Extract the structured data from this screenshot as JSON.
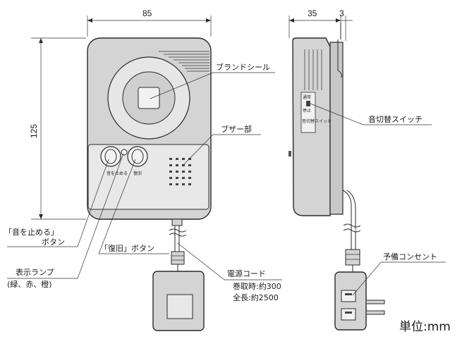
{
  "dimensions": {
    "width": "85",
    "height": "125",
    "depth": "35",
    "clip": "3"
  },
  "callouts": {
    "brand_seal": "ブランドシール",
    "buzzer": "ブザー部",
    "sound_switch": "音切替スイッチ",
    "stop_button_line1": "「音を止める」",
    "stop_button_line2": "ボタン",
    "reset_button": "「復旧」ボタン",
    "lamp_line1": "表示ランプ",
    "lamp_line2": "(緑、赤、橙)",
    "cord_title": "電源コード",
    "cord_reel": "巻取時:約300",
    "cord_total": "全長:約2500",
    "spare_outlet": "予備コンセント"
  },
  "device_print": {
    "stop_label": "音を止める",
    "reset_label": "復旧",
    "switch_normal": "通常",
    "switch_stop": "停止",
    "switch_name": "音切替スイッチ"
  },
  "unit": "単位:mm",
  "colors": {
    "body_fill": "#d4d4d4",
    "panel_fill": "#e8e8e8",
    "line": "#2a2a2a"
  }
}
